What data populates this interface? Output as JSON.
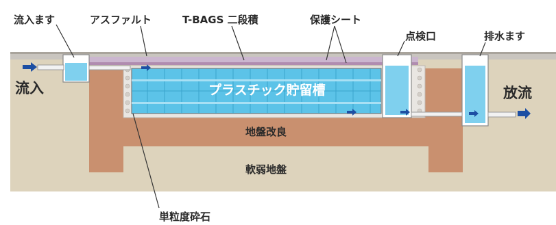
{
  "labels": {
    "inlet_basin": "流入ます",
    "asphalt": "アスファルト",
    "tbags": "T-BAGS 二段積",
    "protect_sheet": "保護シート",
    "inspection_port": "点検口",
    "outlet_basin": "排水ます",
    "inflow": "流入",
    "outflow": "放流",
    "tank": "プラスチック貯留槽",
    "ground_improvement": "地盤改良",
    "soft_ground": "軟弱地盤",
    "crushed_stone": "単粒度砕石"
  },
  "colors": {
    "soil": "#ddd3bc",
    "improved_ground": "#c9906f",
    "water": "#7fd0ee",
    "tank_block": "#5cc3e8",
    "sheet": "#b08cb0",
    "flow_arrow": "#1d4fa3"
  }
}
